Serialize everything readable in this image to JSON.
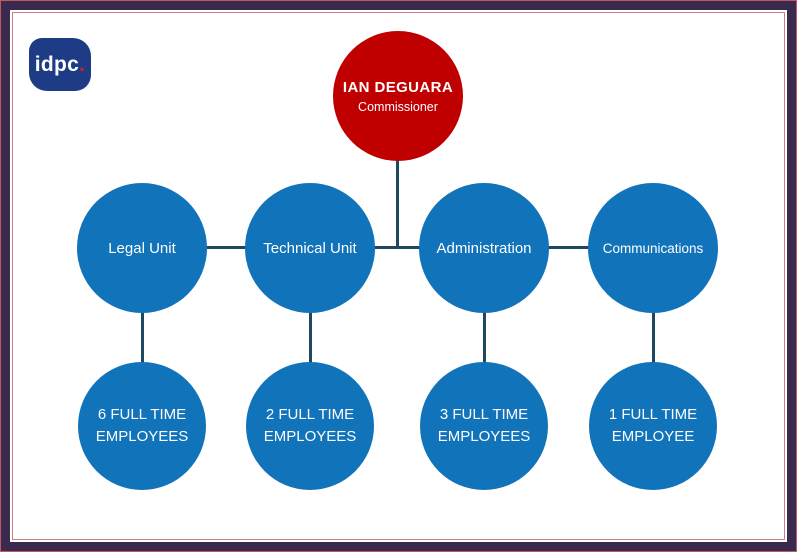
{
  "brand": {
    "logo_text": "idpc",
    "logo_dot": "."
  },
  "org": {
    "root": {
      "name": "IAN DEGUARA",
      "title": "Commissioner"
    },
    "units": [
      {
        "label": "Legal Unit",
        "staff": "6 FULL TIME EMPLOYEES"
      },
      {
        "label": "Technical Unit",
        "staff": "2 FULL TIME EMPLOYEES"
      },
      {
        "label": "Administration",
        "staff": "3 FULL TIME EMPLOYEES"
      },
      {
        "label": "Communications",
        "staff": "1 FULL TIME EMPLOYEE"
      }
    ]
  },
  "colors": {
    "node_blue": "#1173b9",
    "node_red": "#c00000",
    "connector": "#1e4760",
    "frame_purple": "#3a2b4e",
    "frame_pinstripe": "#c15866",
    "logo_navy": "#1e3c86",
    "logo_dot_red": "#cf2026",
    "text": "#ffffff"
  }
}
